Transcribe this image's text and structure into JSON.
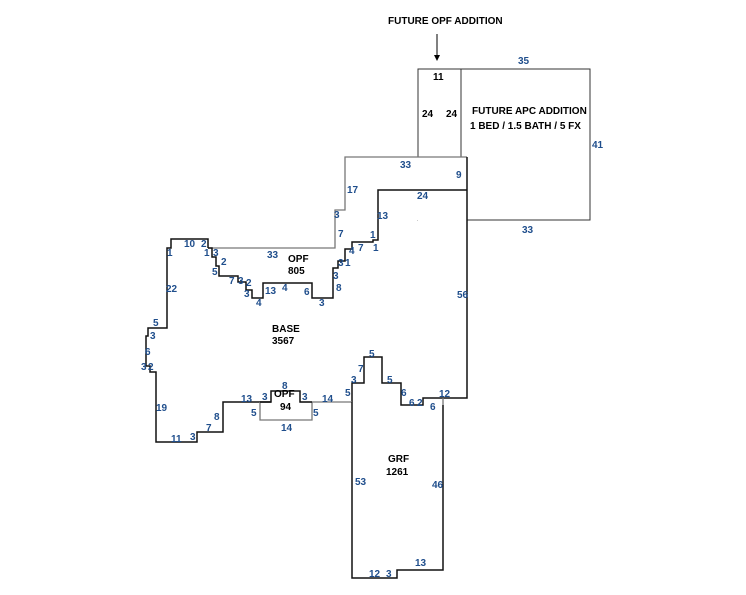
{
  "annotations": {
    "future_opf": "FUTURE OPF ADDITION",
    "future_apc": "FUTURE APC ADDITION",
    "apc_detail": "1 BED / 1.5 BATH / 5 FX"
  },
  "areas": {
    "opf_top": {
      "name": "OPF",
      "value": "805"
    },
    "base": {
      "name": "BASE",
      "value": "3567"
    },
    "opf_small": {
      "name": "OPF",
      "value": "94"
    },
    "grf": {
      "name": "GRF",
      "value": "1261"
    }
  },
  "black_dims": [
    "11",
    "24",
    "24"
  ],
  "dims": [
    "35",
    "41",
    "33",
    "33",
    "9",
    "24",
    "17",
    "3",
    "7",
    "13",
    "1",
    "1",
    "4",
    "7",
    "3",
    "1",
    "3",
    "8",
    "56",
    "10",
    "2",
    "1",
    "1",
    "3",
    "2",
    "5",
    "33",
    "7",
    "3",
    "2",
    "3",
    "4",
    "13",
    "4",
    "6",
    "3",
    "22",
    "5",
    "3",
    "6",
    "3",
    "2",
    "19",
    "11",
    "3",
    "7",
    "8",
    "13",
    "3",
    "8",
    "3",
    "14",
    "5",
    "5",
    "14",
    "5",
    "3",
    "7",
    "5",
    "5",
    "6",
    "6",
    "2",
    "12",
    "6",
    "53",
    "46",
    "12",
    "3",
    "13"
  ]
}
